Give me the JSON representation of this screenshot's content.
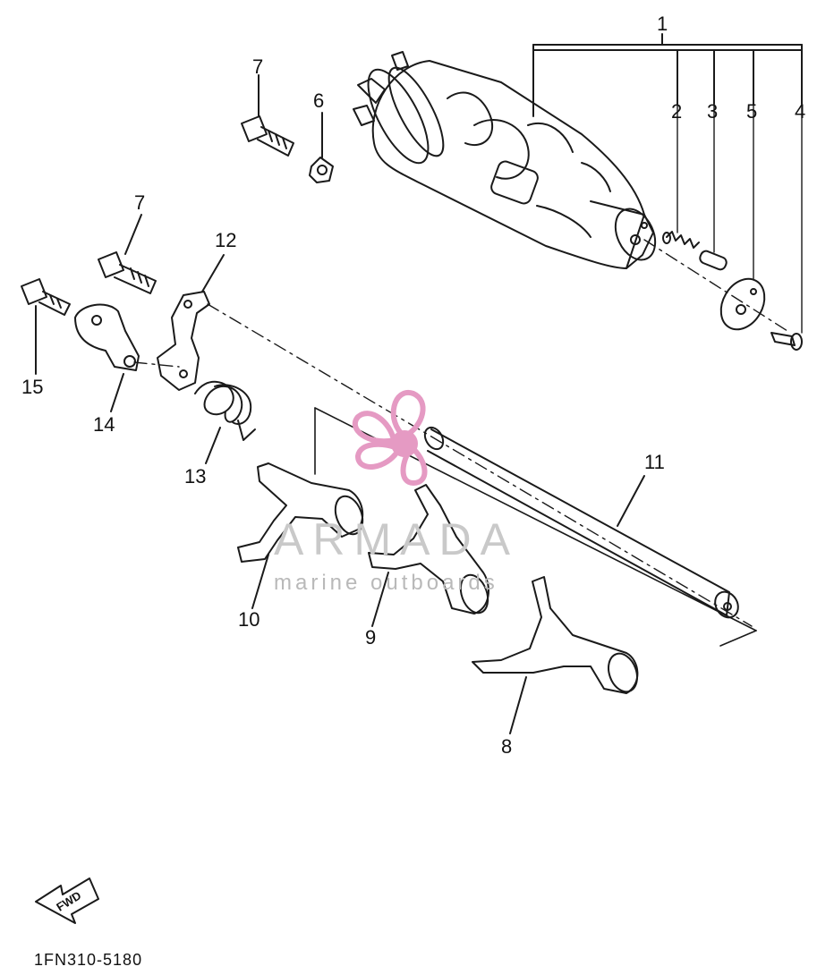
{
  "callouts": {
    "c1": "1",
    "c2": "2",
    "c3": "3",
    "c4": "4",
    "c5": "5",
    "c6": "6",
    "c7a": "7",
    "c7b": "7",
    "c8": "8",
    "c9": "9",
    "c10": "10",
    "c11": "11",
    "c12": "12",
    "c13": "13",
    "c14": "14",
    "c15": "15"
  },
  "diagram_code": "1FN310-5180",
  "direction_badge": "FWD",
  "watermark": {
    "brand": "ARMADA",
    "tagline": "marine outboards"
  },
  "colors": {
    "line": "#1a1a1a",
    "watermark_pink": "#e59ac3",
    "watermark_grey": "#c9c9c9"
  }
}
